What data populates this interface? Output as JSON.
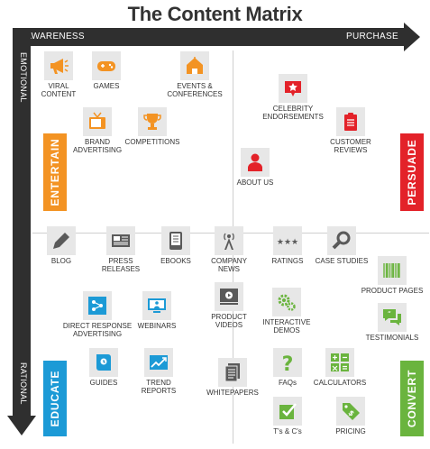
{
  "title": "The Content Matrix",
  "axes": {
    "awareness": "AWARENESS",
    "purchase": "PURCHASE",
    "emotional": "EMOTIONAL",
    "rational": "RATIONAL"
  },
  "quadrants": {
    "entertain": "ENTERTAIN",
    "persuade": "PERSUADE",
    "educate": "EDUCATE",
    "convert": "CONVERT"
  },
  "colors": {
    "orange": "#f39323",
    "red": "#e32229",
    "blue": "#1c9ad6",
    "green": "#6ab43e",
    "dark": "#2f2f2f",
    "grey": "#5a5a5a"
  },
  "items": {
    "viral_content": "VIRAL\nCONTENT",
    "games": "GAMES",
    "events_conferences": "EVENTS &\nCONFERENCES",
    "brand_advertising": "BRAND\nADVERTISING",
    "competitions": "COMPETITIONS",
    "celebrity_endorsements": "CELEBRITY\nENDORSEMENTS",
    "customer_reviews": "CUSTOMER\nREVIEWS",
    "about_us": "ABOUT US",
    "blog": "BLOG",
    "press_releases": "PRESS\nRELEASES",
    "ebooks": "EBOOKS",
    "company_news": "COMPANY\nNEWS",
    "ratings": "RATINGS",
    "case_studies": "CASE STUDIES",
    "direct_response_advertising": "DIRECT RESPONSE\nADVERTISING",
    "webinars": "WEBINARS",
    "product_videos": "PRODUCT\nVIDEOS",
    "interactive_demos": "INTERACTIVE\nDEMOS",
    "product_pages": "PRODUCT PAGES",
    "testimonials": "TESTIMONIALS",
    "guides": "GUIDES",
    "trend_reports": "TREND\nREPORTS",
    "whitepapers": "WHITEPAPERS",
    "faqs": "FAQs",
    "calculators": "CALCULATORS",
    "ts_cs": "T's & C's",
    "pricing": "PRICING"
  }
}
